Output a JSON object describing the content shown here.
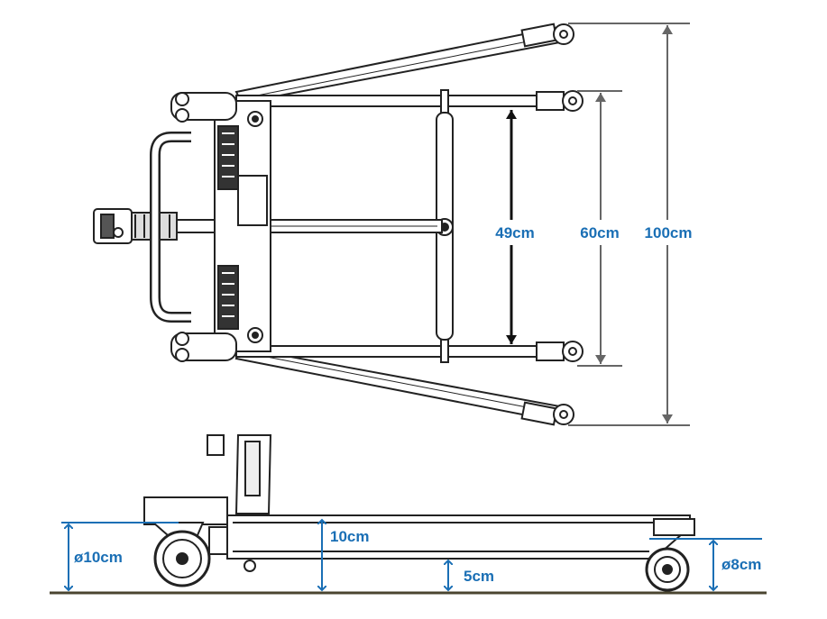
{
  "colors": {
    "dimension_blue": "#1a6fb5",
    "outline": "#222222",
    "floor": "#4a4530"
  },
  "top_view": {
    "dimensions": {
      "inner_width": "49cm",
      "inner_leg_width": "60cm",
      "outer_leg_width": "100cm"
    }
  },
  "side_view": {
    "dimensions": {
      "front_wheel": "ø10cm",
      "chassis_height": "10cm",
      "ground_clearance": "5cm",
      "rear_wheel": "ø8cm"
    }
  }
}
